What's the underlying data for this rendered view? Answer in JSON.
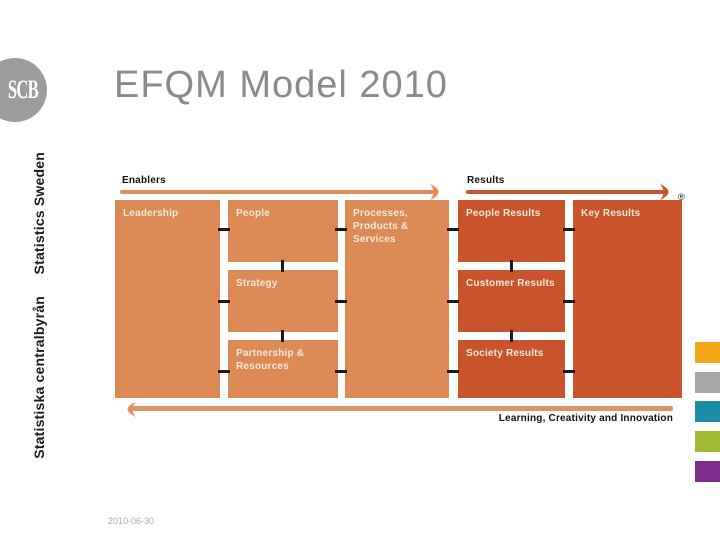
{
  "slide": {
    "title": "EFQM Model 2010",
    "date": "2010-06-30",
    "logo_text": "SCB",
    "sidebar_text_english": "Statistics Sweden",
    "sidebar_text_swedish": "Statistiska centralbyrån"
  },
  "diagram": {
    "enablers_label": "Enablers",
    "results_label": "Results",
    "registered_mark": "®",
    "bottom_label": "Learning, Creativity and Innovation",
    "boxes": {
      "leadership": "Leadership",
      "people": "People",
      "strategy": "Strategy",
      "partnership": "Partnership & Resources",
      "processes": "Processes, Products & Services",
      "people_results": "People Results",
      "customer_results": "Customer Results",
      "society_results": "Society Results",
      "key_results": "Key Results"
    }
  },
  "colors": {
    "enabler_box": "#DC8A55",
    "enabler_arrow": "#DE8E5C",
    "result_box": "#C9532A",
    "result_arrow": "#C9532A",
    "bottom_arrow": "#DF9468",
    "box_text": "#F4EADB",
    "title": "#8A8A8A",
    "logo_bg": "#9C9C9C",
    "squares": [
      "#F3A81C",
      "#A8A8A8",
      "#1B8CA6",
      "#9FB933",
      "#7C2E8C"
    ]
  }
}
